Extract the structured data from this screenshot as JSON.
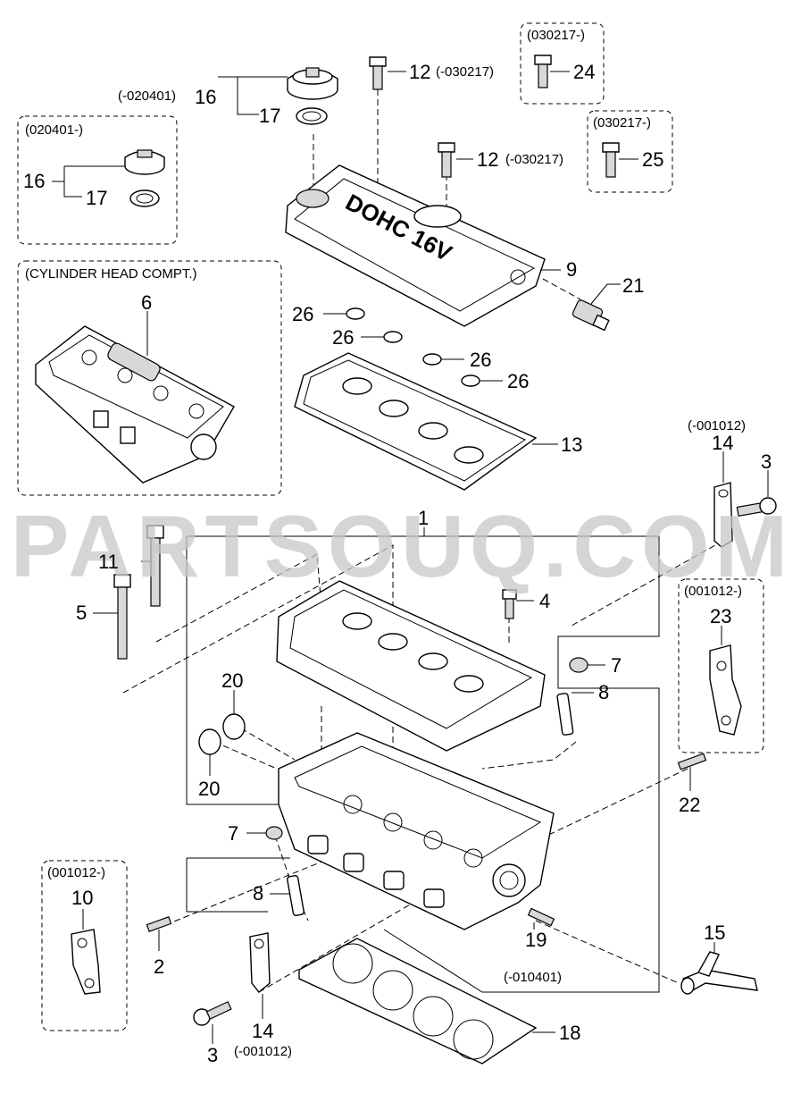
{
  "watermark": "PARTSOUQ.COM",
  "groups": {
    "cylinder_head_compt": "(CYLINDER HEAD COMPT.)",
    "box_020401": "(020401-)",
    "box_030217_top": "(030217-)",
    "box_030217_side": "(030217-)",
    "box_001012_right": "(001012-)",
    "box_001012_left": "(001012-)"
  },
  "labels": {
    "p1": "1",
    "p2": "2",
    "p3_right": "3",
    "p3_bottom": "3",
    "p4": "4",
    "p5": "5",
    "p6": "6",
    "p7_right": "7",
    "p7_left": "7",
    "p8_right": "8",
    "p8_left": "8",
    "p9": "9",
    "p10": "10",
    "p11": "11",
    "p12_top": "12",
    "p12_mid": "12",
    "p13": "13",
    "p14_right": "14",
    "p14_bottom": "14",
    "p15": "15",
    "p16_top": "16",
    "p16_box": "16",
    "p17_top": "17",
    "p17_box": "17",
    "p18": "18",
    "p19": "19",
    "p20_top": "20",
    "p20_bottom": "20",
    "p21": "21",
    "p22": "22",
    "p23": "23",
    "p24": "24",
    "p25": "25",
    "p26_a": "26",
    "p26_b": "26",
    "p26_c": "26",
    "p26_d": "26"
  },
  "codes": {
    "c12_top": "(-030217)",
    "c12_mid": "(-030217)",
    "c16_top": "(-020401)",
    "c14_right": "(-001012)",
    "c14_bottom": "(-001012)",
    "c19": "(-010401)"
  },
  "cover_lettering": "DOHC 16V"
}
